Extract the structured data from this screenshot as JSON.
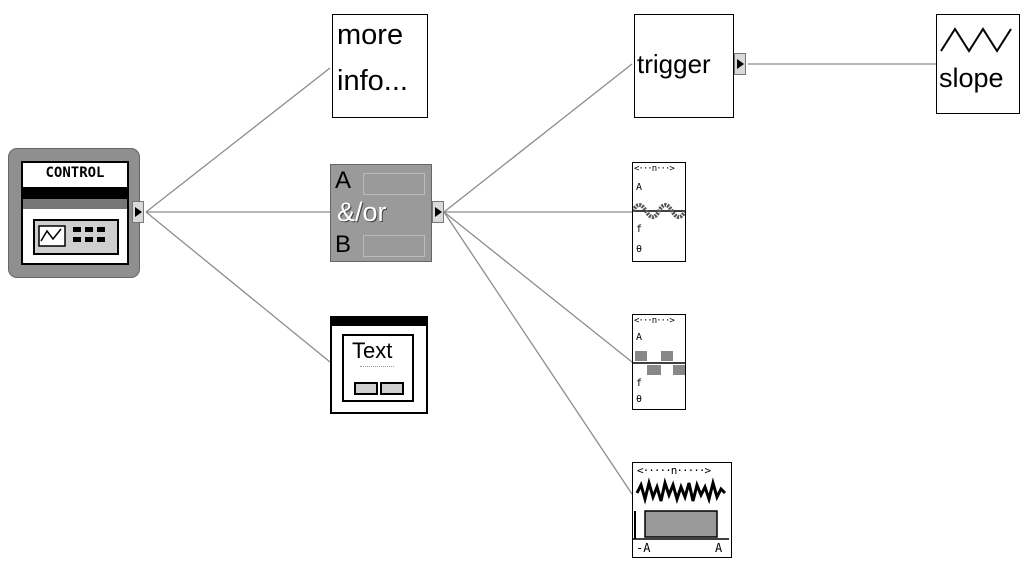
{
  "nodes": {
    "control": {
      "label": "CONTROL"
    },
    "more_info": {
      "line1": "more",
      "line2": "info..."
    },
    "and_or": {
      "a": "A",
      "op": "&/or",
      "b": "B"
    },
    "text_dialog": {
      "label": "Text"
    },
    "trigger": {
      "label": "trigger"
    },
    "slope": {
      "label": "slope"
    },
    "sine_panel": {
      "top": "n",
      "amp": "A",
      "freq": "f",
      "phase": "θ"
    },
    "square_panel": {
      "top": "n",
      "amp": "A",
      "freq": "f",
      "phase": "θ"
    },
    "noise_panel": {
      "top": "n",
      "left": "-A",
      "right": "A"
    }
  },
  "colors": {
    "line": "#8c8c8c",
    "control_bg": "#8f8f8f",
    "and_or_bg": "#9a9a9a"
  }
}
